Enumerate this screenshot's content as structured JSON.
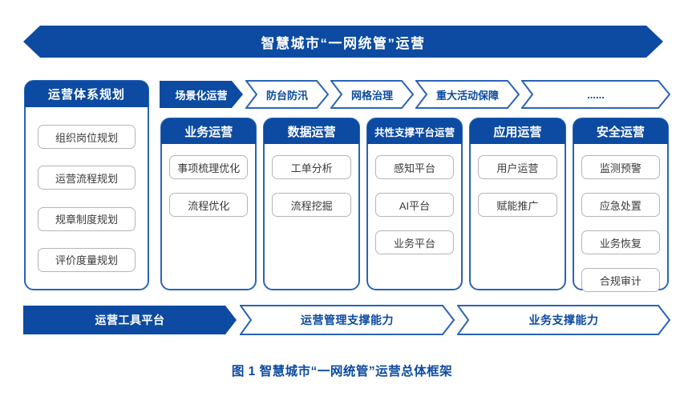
{
  "banner": {
    "title": "智慧城市“一网统管”运营"
  },
  "planning_panel": {
    "title": "运营体系规划",
    "items": [
      "组织岗位规划",
      "运营流程规划",
      "规章制度规划",
      "评价度量规划"
    ]
  },
  "scenario_row": {
    "lead": "场景化运营",
    "scenarios": [
      "防台防汛",
      "网格治理",
      "重大活动保障",
      "......"
    ]
  },
  "operation_columns": [
    {
      "title": "业务运营",
      "items": [
        "事项梳理优化",
        "流程优化"
      ]
    },
    {
      "title": "数据运营",
      "items": [
        "工单分析",
        "流程挖掘"
      ]
    },
    {
      "title": "共性支撑平台运营",
      "items": [
        "感知平台",
        "AI平台",
        "业务平台"
      ]
    },
    {
      "title": "应用运营",
      "items": [
        "用户运营",
        "赋能推广"
      ]
    },
    {
      "title": "安全运营",
      "items": [
        "监测预警",
        "应急处置",
        "业务恢复",
        "合规审计"
      ]
    }
  ],
  "bottom_row": {
    "lead": "运营工具平台",
    "arrows": [
      "运营管理支撑能力",
      "业务支撑能力"
    ]
  },
  "caption": "图 1 智慧城市“一网统管”运营总体框架",
  "colors": {
    "primary_blue": "#0c4ba1",
    "outline_blue": "#2a64b6",
    "item_border_gray": "#b5b5b5",
    "item_text": "#3a3a3a"
  }
}
